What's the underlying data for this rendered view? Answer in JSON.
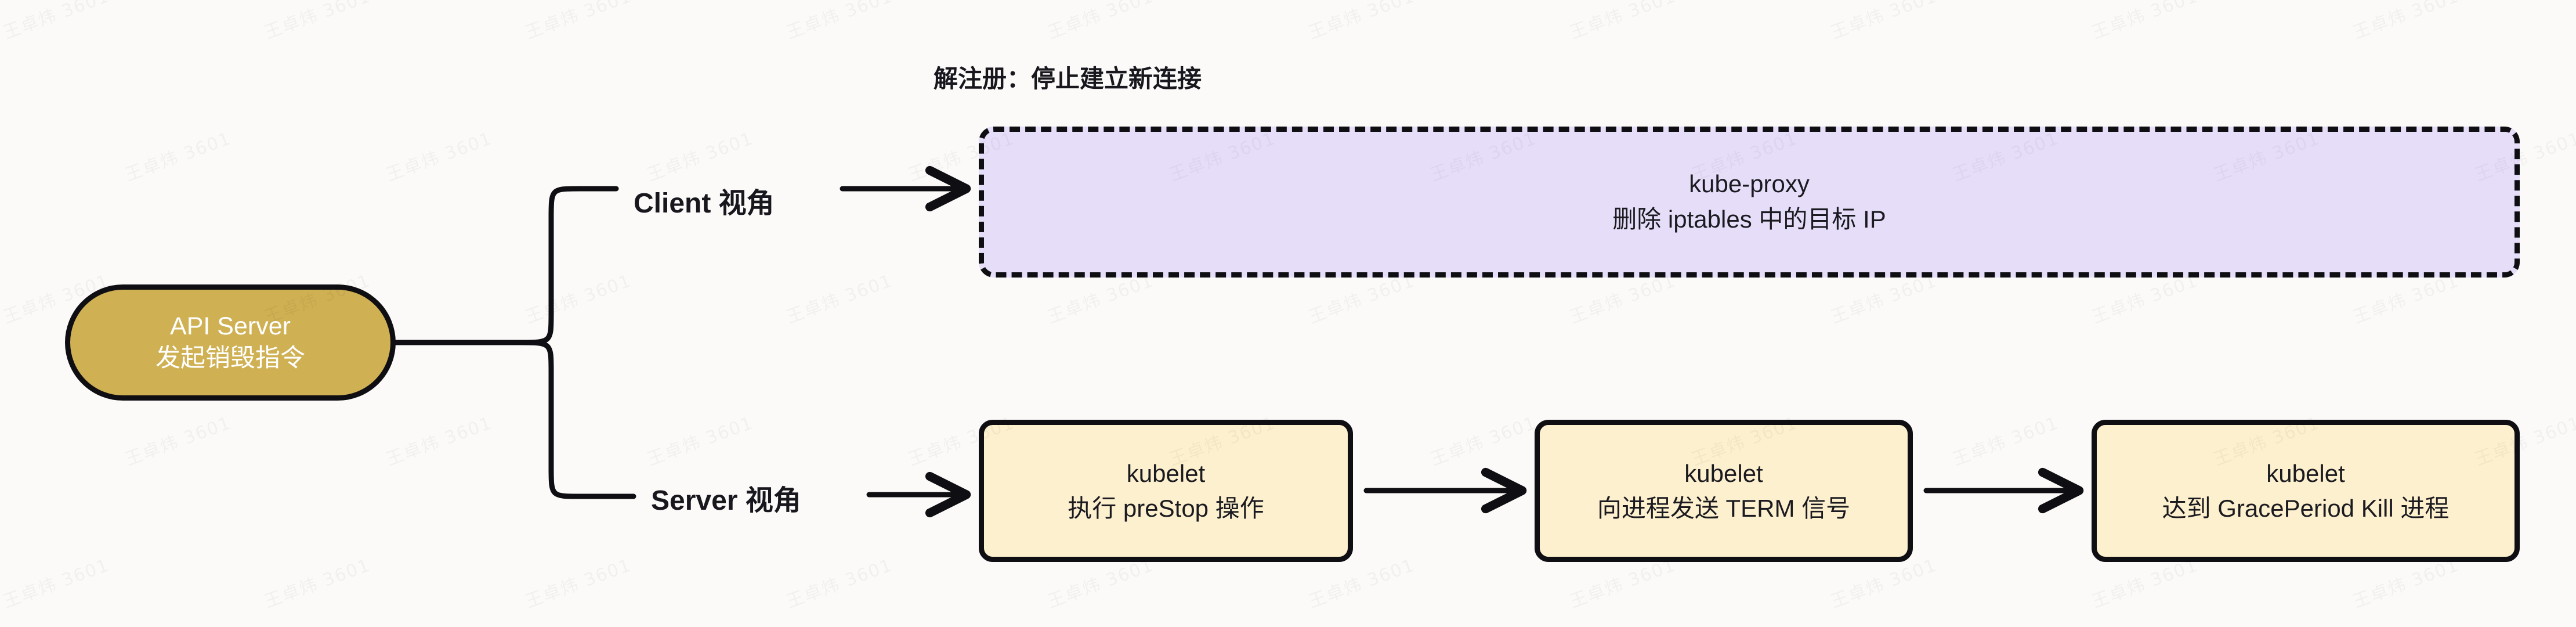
{
  "diagram": {
    "title": "解注册：停止建立新连接",
    "background_color": "#FBFAF8",
    "watermark_text": "王卓炜 3601",
    "colors": {
      "api_server_fill": "#CFB053",
      "kube_proxy_fill": "#E6DEF9",
      "kubelet_fill": "#FDF0CE",
      "stroke": "#0F0F13",
      "text_dark": "#1A1A20",
      "text_light": "#FFFFFF"
    },
    "nodes": {
      "api_server": {
        "line1": "API Server",
        "line2": "发起销毁指令"
      },
      "kube_proxy": {
        "line1": "kube-proxy",
        "line2": "删除 iptables 中的目标 IP"
      },
      "kubelet_prestop": {
        "line1": "kubelet",
        "line2": "执行 preStop 操作"
      },
      "kubelet_term": {
        "line1": "kubelet",
        "line2": "向进程发送 TERM 信号"
      },
      "kubelet_kill": {
        "line1": "kubelet",
        "line2": "达到 GracePeriod Kill 进程"
      }
    },
    "edge_labels": {
      "client_view": "Client 视角",
      "server_view": "Server 视角"
    }
  }
}
